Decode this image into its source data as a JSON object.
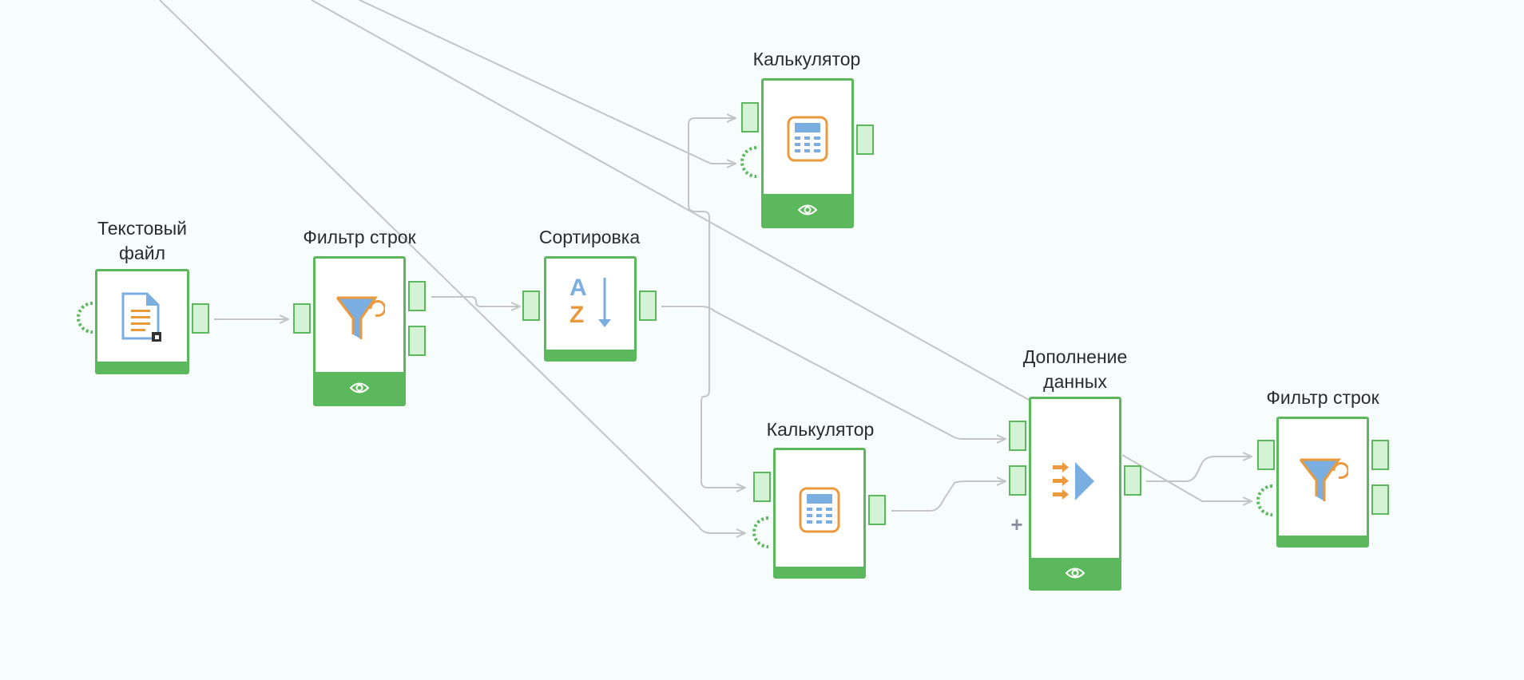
{
  "nodes": {
    "text_file": {
      "title_line1": "Текстовый",
      "title_line2": "файл",
      "icon": "text-file-icon"
    },
    "filter1": {
      "title": "Фильтр строк",
      "icon": "funnel-icon",
      "preview_icon": "eye-icon"
    },
    "sort": {
      "title": "Сортировка",
      "icon": "sort-az-icon",
      "icon_letters": [
        "A",
        "Z"
      ]
    },
    "calc_top": {
      "title": "Калькулятор",
      "icon": "calculator-icon",
      "preview_icon": "eye-icon"
    },
    "calc_bottom": {
      "title": "Калькулятор",
      "icon": "calculator-icon"
    },
    "append": {
      "title_line1": "Дополнение",
      "title_line2": "данных",
      "icon": "append-data-icon",
      "preview_icon": "eye-icon",
      "add_port_label": "+"
    },
    "filter2": {
      "title": "Фильтр строк",
      "icon": "funnel-icon"
    }
  },
  "colors": {
    "node_border": "#5cb85c",
    "port_fill": "#d4f2d4",
    "link": "#c4c4c4",
    "icon_blue": "#7aaee0",
    "icon_orange": "#ea9a3c"
  }
}
